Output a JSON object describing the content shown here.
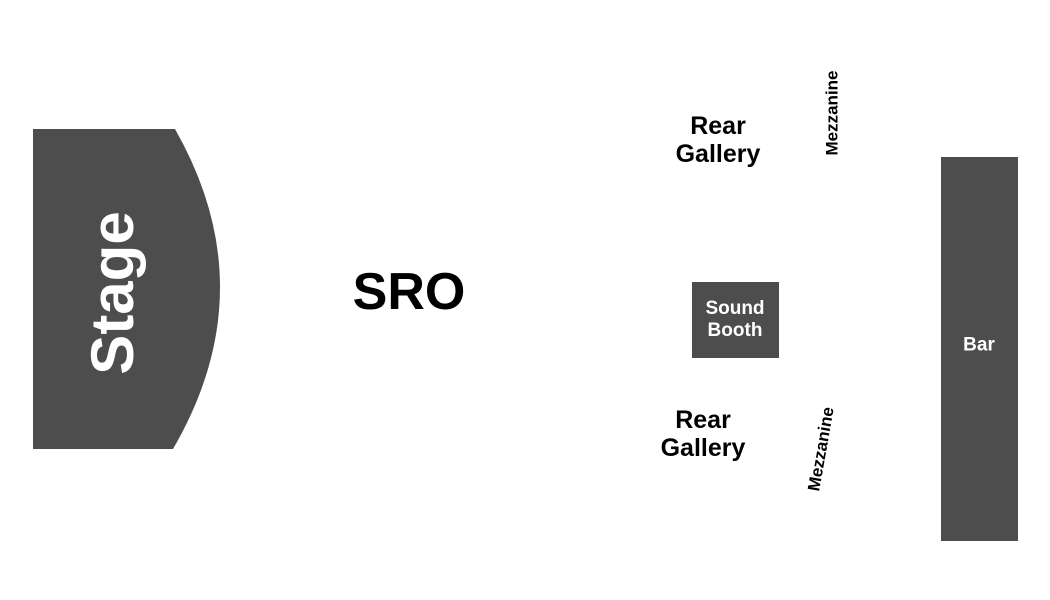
{
  "colors": {
    "background": "#ffffff",
    "section_fill": "#4d4d4d",
    "label_dark": "#000000",
    "label_light": "#ffffff"
  },
  "map": {
    "stage": {
      "label": "Stage"
    },
    "sro": {
      "label": "SRO"
    },
    "rear_gallery_top": {
      "line1": "Rear",
      "line2": "Gallery"
    },
    "rear_gallery_bottom": {
      "line1": "Rear",
      "line2": "Gallery"
    },
    "mezzanine_top": {
      "label": "Mezzanine"
    },
    "mezzanine_bottom": {
      "label": "Mezzanine"
    },
    "sound_booth": {
      "line1": "Sound",
      "line2": "Booth"
    },
    "bar": {
      "label": "Bar"
    }
  }
}
